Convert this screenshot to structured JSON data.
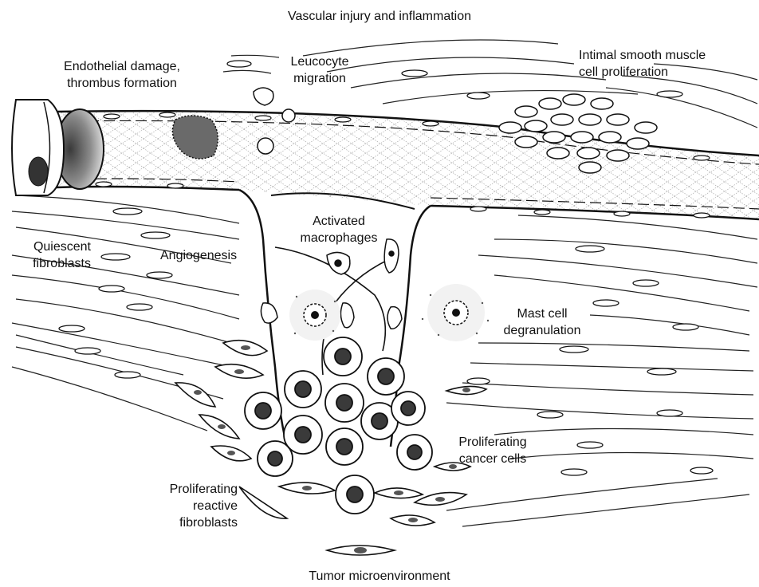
{
  "diagram": {
    "title": "Vascular injury and inflammation",
    "footer": "Tumor microenvironment",
    "labels": {
      "endothelial": [
        "Endothelial damage,",
        "thrombus formation"
      ],
      "leucocyte": [
        "Leucocyte",
        "migration"
      ],
      "intimal": [
        "Intimal smooth muscle",
        "cell proliferation"
      ],
      "macrophages": [
        "Activated",
        "macrophages"
      ],
      "quiescent": [
        "Quiescent",
        "fibroblasts"
      ],
      "angiogenesis": "Angiogenesis",
      "mast": [
        "Mast cell",
        "degranulation"
      ],
      "cancer": [
        "Proliferating",
        "cancer cells"
      ],
      "fibroblasts": [
        "Proliferating",
        "reactive",
        "fibroblasts"
      ]
    },
    "colors": {
      "ink": "#111111",
      "paper": "#ffffff",
      "shade": "#bfbfbf"
    }
  }
}
